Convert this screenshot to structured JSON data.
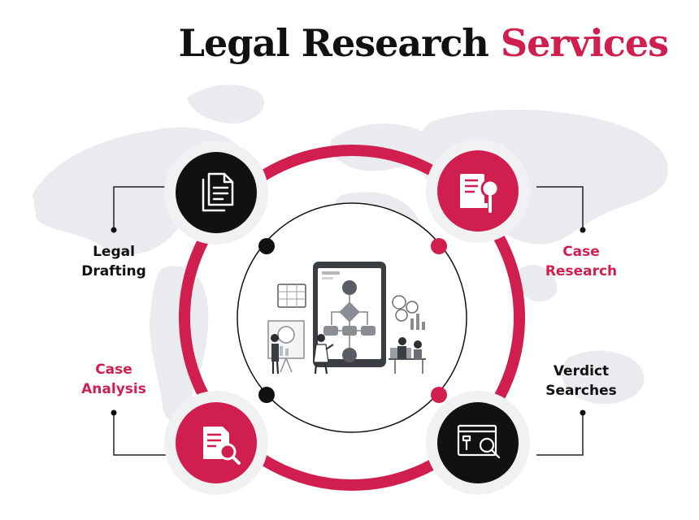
{
  "title": {
    "main": "Legal Research",
    "accent": "Services"
  },
  "services": [
    {
      "line1": "Legal",
      "line2": "Drafting",
      "icon": "documents-icon"
    },
    {
      "line1": "Case",
      "line2": "Research",
      "icon": "book-search-icon"
    },
    {
      "line1": "Case",
      "line2": "Analysis",
      "icon": "document-magnifier-icon"
    },
    {
      "line1": "Verdict",
      "line2": "Searches",
      "icon": "browser-gavel-search-icon"
    }
  ],
  "colors": {
    "accent": "#d01f4f",
    "dark": "#111111",
    "map": "#e9ebee"
  }
}
